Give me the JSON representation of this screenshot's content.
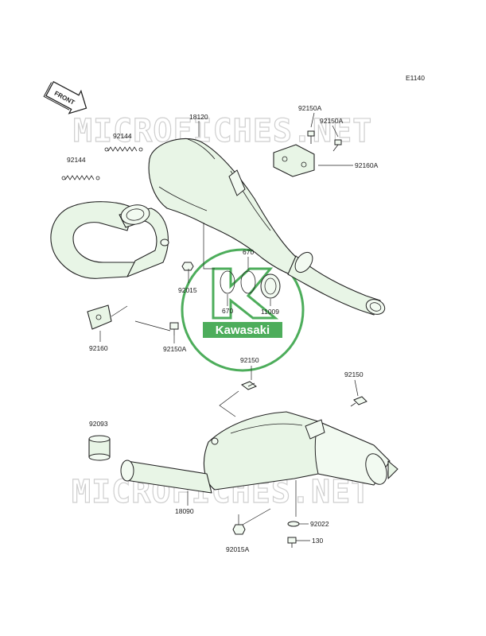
{
  "diagram_code": "E1140",
  "front_arrow_label": "FRONT",
  "watermark": "MICROFICHES.NET",
  "logo": {
    "brand": "Kawasaki",
    "color": "#2e9e3e"
  },
  "labels": {
    "p18120": "18120",
    "p92144_a": "92144",
    "p92144_b": "92144",
    "p92150A_a": "92150A",
    "p92150A_b": "92150A",
    "p92160A": "92160A",
    "p670_a": "670",
    "p670_b": "670",
    "p92015": "92015",
    "p11009": "11009",
    "p92160": "92160",
    "p92150A_c": "92150A",
    "p92150_a": "92150",
    "p92150_b": "92150",
    "p92093": "92093",
    "p18090": "18090",
    "p92022": "92022",
    "p130": "130",
    "p92015A": "92015A"
  }
}
